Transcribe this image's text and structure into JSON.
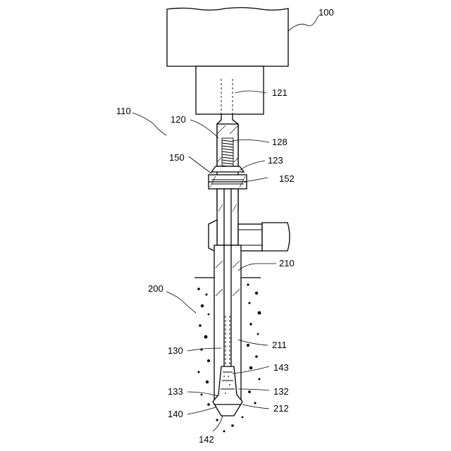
{
  "labels": {
    "l100": "100",
    "l121": "121",
    "l110": "110",
    "l120": "120",
    "l128": "128",
    "l150": "150",
    "l123": "123",
    "l152": "152",
    "l210": "210",
    "l200": "200",
    "l130": "130",
    "l211": "211",
    "l143": "143",
    "l133": "133",
    "l132": "132",
    "l140": "140",
    "l212": "212",
    "l142": "142"
  }
}
